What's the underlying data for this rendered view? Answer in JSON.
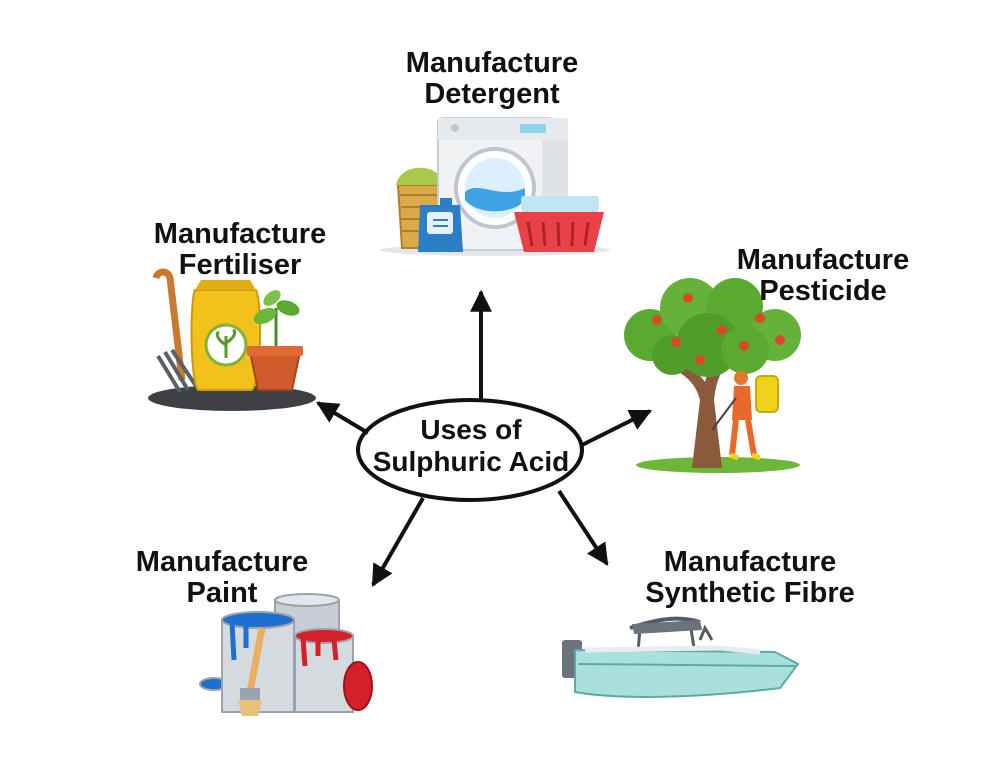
{
  "center": {
    "line1": "Uses of",
    "line2": "Sulphuric Acid"
  },
  "uses": {
    "detergent": {
      "line1": "Manufacture",
      "line2": "Detergent"
    },
    "fertiliser": {
      "line1": "Manufacture",
      "line2": "Fertiliser"
    },
    "pesticide": {
      "line1": "Manufacture",
      "line2": "Pesticide"
    },
    "paint": {
      "line1": "Manufacture",
      "line2": "Paint"
    },
    "fibre": {
      "line1": "Manufacture",
      "line2": "Synthetic Fibre"
    }
  },
  "icons": {
    "detergent": "washing-machine-icon",
    "fertiliser": "fertiliser-bag-icon",
    "pesticide": "pesticide-sprayer-tree-icon",
    "paint": "paint-cans-icon",
    "fibre": "boat-icon"
  },
  "colors": {
    "ink": "#111111",
    "leaf": "#5aaa32",
    "fruit": "#d94a2b",
    "paint_blue": "#1f6fd1",
    "paint_red": "#d51f2b",
    "bag": "#f2c21a"
  }
}
